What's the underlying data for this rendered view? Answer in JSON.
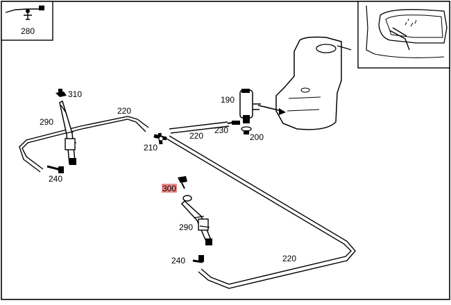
{
  "diagram": {
    "highlight_color": "#f08a8a",
    "parts": [
      {
        "id": "280",
        "label": "280"
      },
      {
        "id": "310",
        "label": "310"
      },
      {
        "id": "290_a",
        "label": "290"
      },
      {
        "id": "220_a",
        "label": "220"
      },
      {
        "id": "190",
        "label": "190"
      },
      {
        "id": "230",
        "label": "230"
      },
      {
        "id": "220_b",
        "label": "220"
      },
      {
        "id": "200",
        "label": "200"
      },
      {
        "id": "210",
        "label": "210"
      },
      {
        "id": "240_a",
        "label": "240"
      },
      {
        "id": "300",
        "label": "300",
        "highlighted": true
      },
      {
        "id": "290_b",
        "label": "290"
      },
      {
        "id": "220_c",
        "label": "220"
      },
      {
        "id": "240_b",
        "label": "240"
      }
    ]
  }
}
